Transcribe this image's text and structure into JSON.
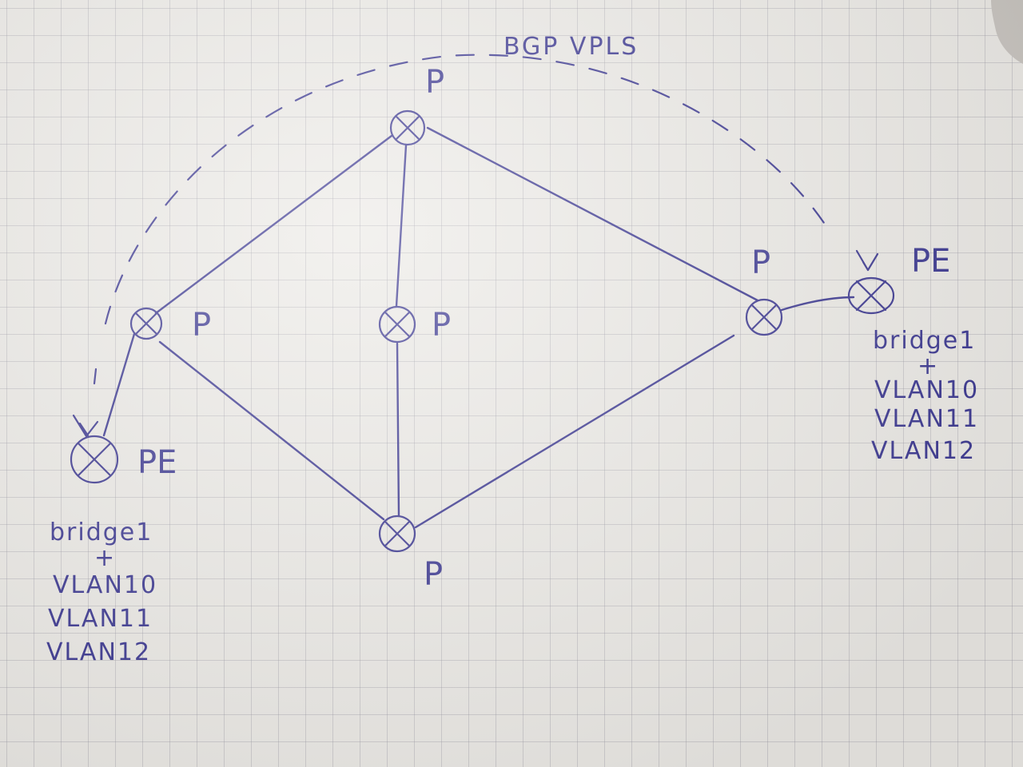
{
  "diagram": {
    "title": "BGP VPLS",
    "nodes": {
      "p_top": "P",
      "p_left": "P",
      "p_center": "P",
      "p_right": "P",
      "p_bottom": "P",
      "pe_left": "PE",
      "pe_right": "PE"
    },
    "config_left": {
      "bridge": "bridge1",
      "plus": "+",
      "vlans": [
        "VLAN10",
        "VLAN11",
        "VLAN12"
      ]
    },
    "config_right": {
      "bridge": "bridge1",
      "plus": "+",
      "vlans": [
        "VLAN10",
        "VLAN11",
        "VLAN12"
      ]
    }
  },
  "colors": {
    "ink": "#3a3690",
    "paper": "#eceae6",
    "grid": "#a0a0aa"
  }
}
